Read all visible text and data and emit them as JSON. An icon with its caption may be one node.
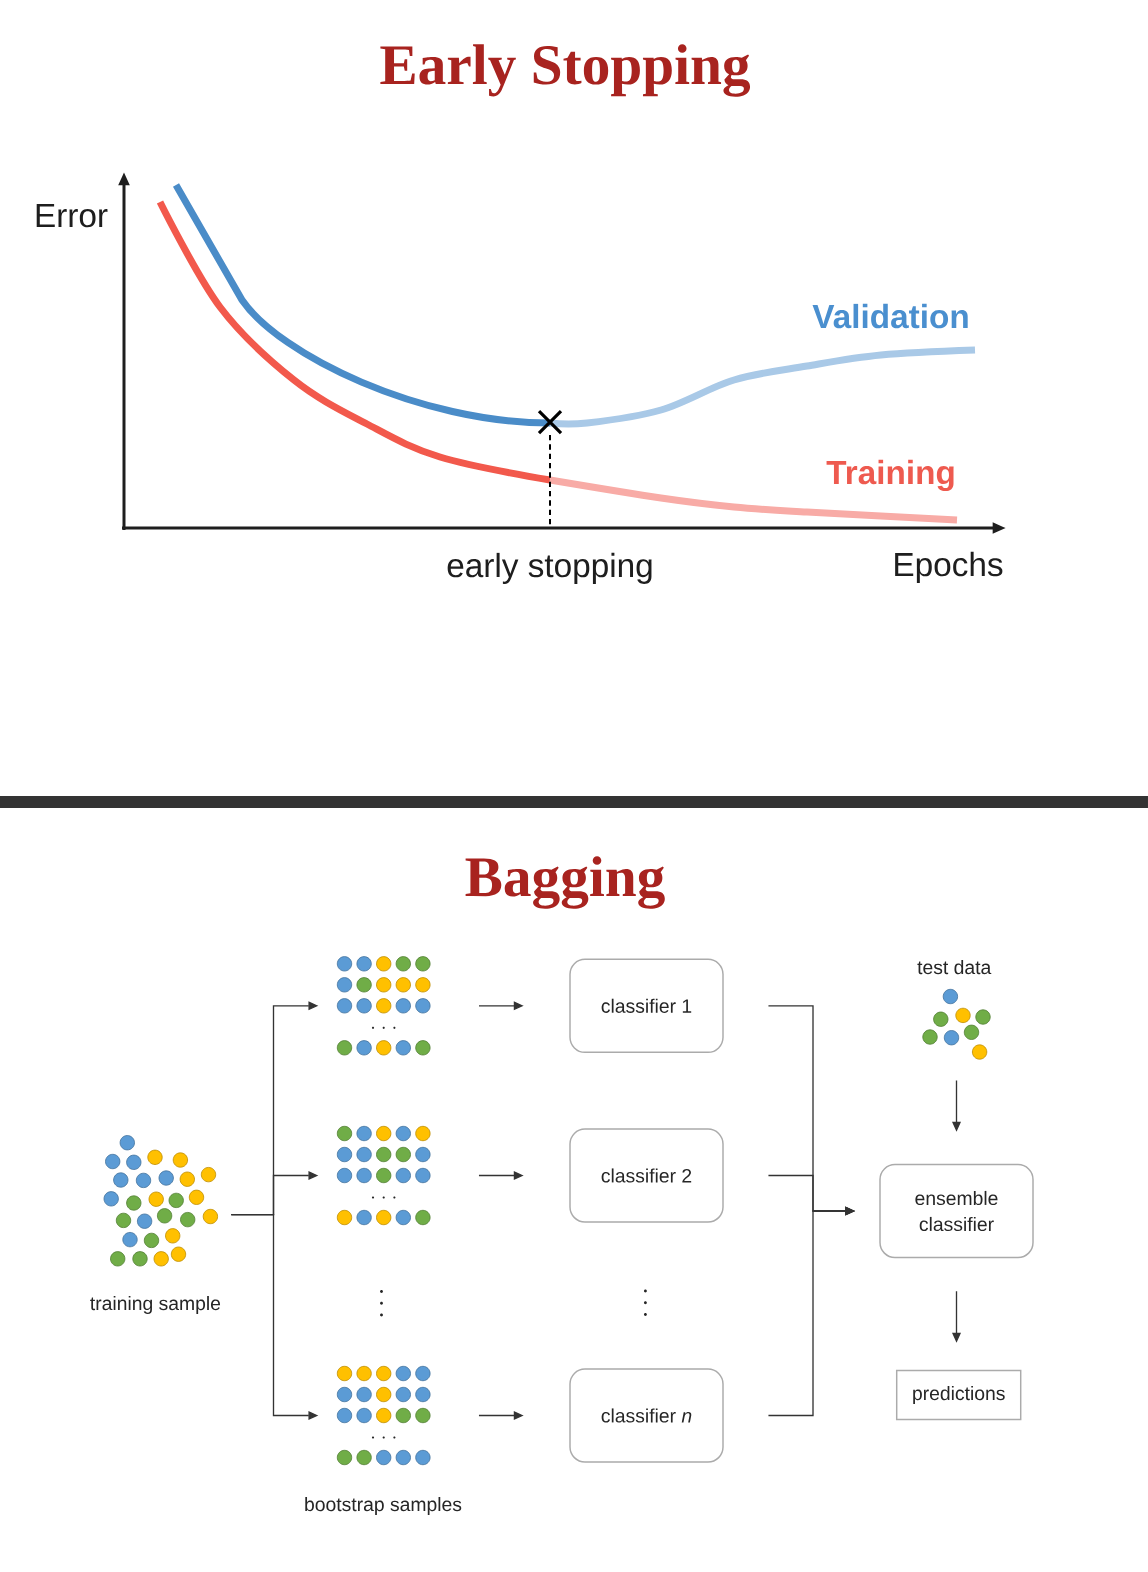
{
  "diagram": {
    "title": "Early Stopping",
    "nodes": [
      {
        "text": [],
        "shape": "picture",
        "beside": [
          "training sample"
        ]
      },
      {
        "text": [],
        "shape": "picture"
      },
      {
        "text": [],
        "shape": "picture"
      },
      {
        "text": [],
        "shape": "picture"
      },
      {
        "text": [
          "classifier 1"
        ]
      },
      {
        "text": [
          "classifier 2"
        ]
      },
      {
        "text": [
          "classifier *n*"
        ]
      },
      {
        "text": [],
        "shape": "picture",
        "beside": [
          "test data"
        ]
      },
      {
        "text": [
          "ensemble classifier"
        ]
      },
      {
        "text": [
          "predictions"
        ]
      }
    ],
    "edges": [
      {
        "from": 0,
        "to": 1,
        "arrow": "to"
      },
      {
        "from": 0,
        "to": 2,
        "arrow": "to"
      },
      {
        "from": 0,
        "to": 3,
        "arrow": "to"
      },
      {
        "from": 1,
        "to": 4,
        "arrow": "to"
      },
      {
        "from": 2,
        "to": 5,
        "arrow": "to"
      },
      {
        "from": 3,
        "to": 6,
        "arrow": "to"
      },
      {
        "from": 4,
        "to": 8,
        "arrow": "to"
      },
      {
        "from": 5,
        "to": 8,
        "arrow": "to"
      },
      {
        "from": 6,
        "to": 8,
        "arrow": "to"
      },
      {
        "from": 7,
        "to": 8,
        "arrow": "to"
      },
      {
        "from": 8,
        "to": 9,
        "arrow": "to"
      }
    ],
    "labels": [
      "Error",
      "Validation",
      "Training",
      "early stopping",
      "Epochs",
      "Bagging",
      "bootstrap samples"
    ]
  }
}
